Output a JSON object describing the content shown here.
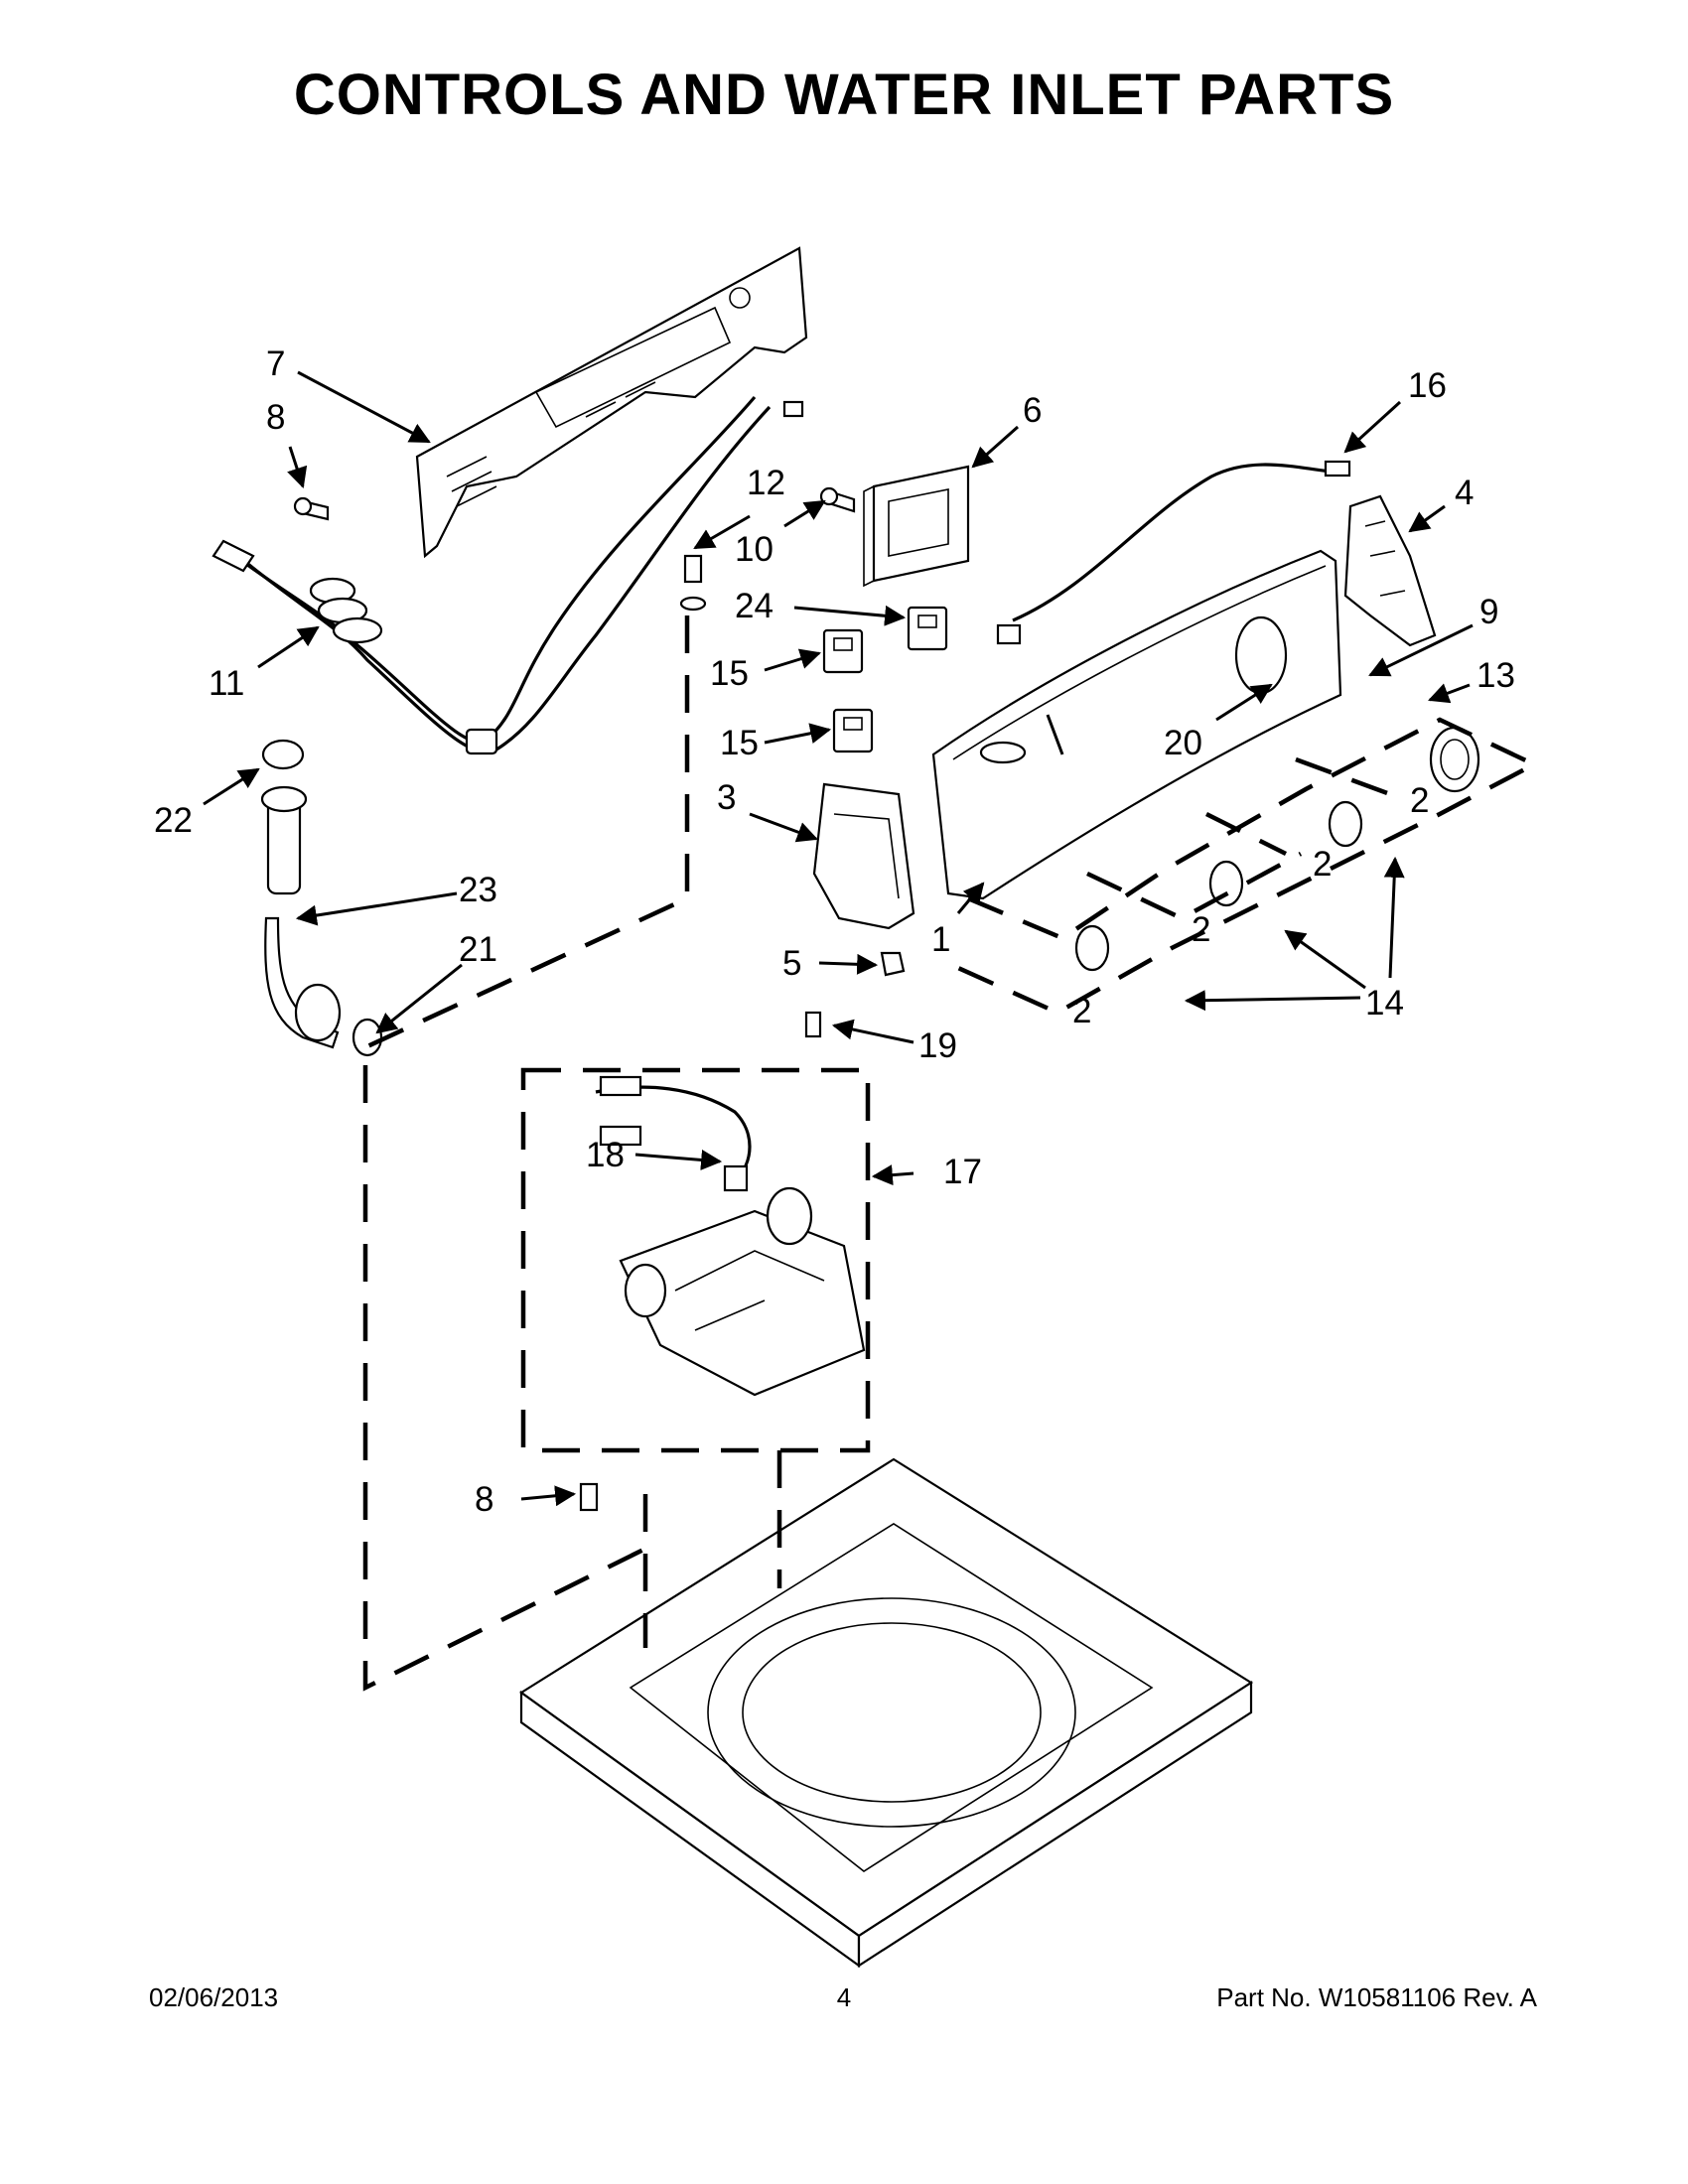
{
  "title": "CONTROLS AND WATER INLET PARTS",
  "callouts": {
    "c7": "7",
    "c8a": "8",
    "c12": "12",
    "c6": "6",
    "c16": "16",
    "c4": "4",
    "c10": "10",
    "c11": "11",
    "c24": "24",
    "c9": "9",
    "c15a": "15",
    "c13": "13",
    "c15b": "15",
    "c20": "20",
    "c22": "22",
    "c3": "3",
    "c23": "23",
    "c21": "21",
    "c1": "1",
    "c5": "5",
    "c14": "14",
    "c19": "19",
    "c18": "18",
    "c17": "17",
    "c8b": "8",
    "k2a": "2",
    "k2b": "2",
    "k2c": "2",
    "k2d": "2"
  },
  "footer": {
    "date": "02/06/2013",
    "page": "4",
    "part_no": "Part No.  W10581106  Rev.  A"
  }
}
